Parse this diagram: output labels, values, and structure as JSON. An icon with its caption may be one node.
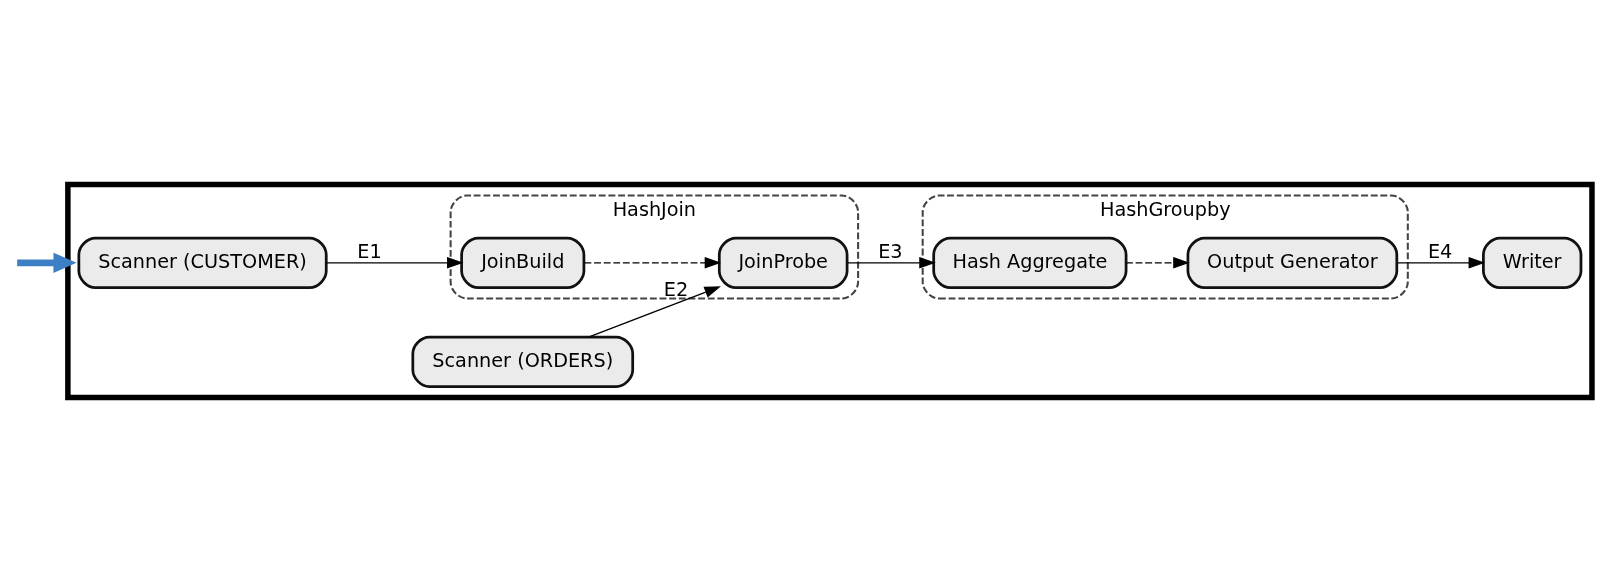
{
  "diagram": {
    "nodes": [
      {
        "text": [],
        "shape": "box"
      },
      {
        "text": [
          "Scanner (CUSTOMER)"
        ],
        "in": 0
      },
      {
        "text": [
          "HashJoin"
        ],
        "in": 0
      },
      {
        "text": [
          "JoinBuild"
        ],
        "in": 2
      },
      {
        "text": [
          "JoinProbe"
        ],
        "in": 2
      },
      {
        "text": [
          "HashGroupby"
        ],
        "in": 0
      },
      {
        "text": [
          "Hash Aggregate"
        ],
        "in": 5
      },
      {
        "text": [
          "Output Generator"
        ],
        "in": 5
      },
      {
        "text": [
          "Writer"
        ],
        "in": 0
      },
      {
        "text": [
          "Scanner (ORDERS)"
        ],
        "in": 0
      }
    ],
    "edges": [
      {
        "from": null,
        "to": 0,
        "arrow": "to",
        "style": "thick",
        "color": "#3d7fc4"
      },
      {
        "from": 1,
        "to": 3,
        "arrow": "to",
        "label": "E1"
      },
      {
        "from": 3,
        "to": 4,
        "arrow": "to",
        "style": "dashed"
      },
      {
        "from": 9,
        "to": 4,
        "arrow": "to",
        "label": "E2"
      },
      {
        "from": 4,
        "to": 6,
        "arrow": "to",
        "label": "E3"
      },
      {
        "from": 6,
        "to": 7,
        "arrow": "to",
        "style": "dashed"
      },
      {
        "from": 7,
        "to": 8,
        "arrow": "to",
        "label": "E4"
      }
    ]
  }
}
